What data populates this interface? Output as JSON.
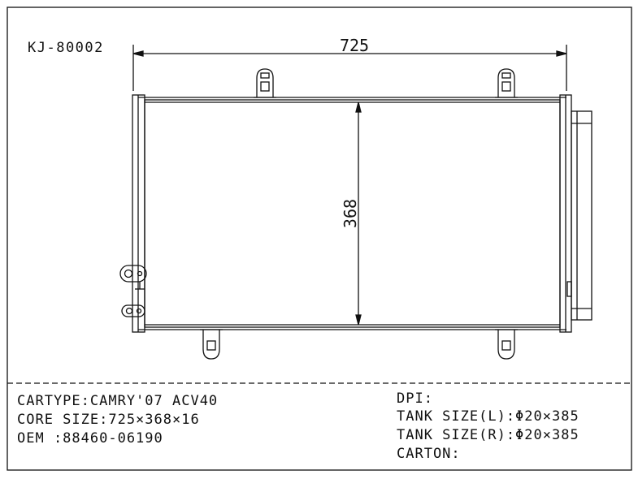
{
  "drawing": {
    "part_no": "KJ-80002",
    "dimensions": {
      "width": "725",
      "height": "368"
    }
  },
  "specs": {
    "left": [
      "CARTYPE:CAMRY'07 ACV40",
      "CORE SIZE:725×368×16",
      "OEM :88460-06190"
    ],
    "right": [
      "DPI:",
      "TANK SIZE(L):Φ20×385",
      "TANK SIZE(R):Φ20×385",
      "CARTON:"
    ]
  },
  "colors": {
    "line": "#111111",
    "background": "#ffffff"
  }
}
